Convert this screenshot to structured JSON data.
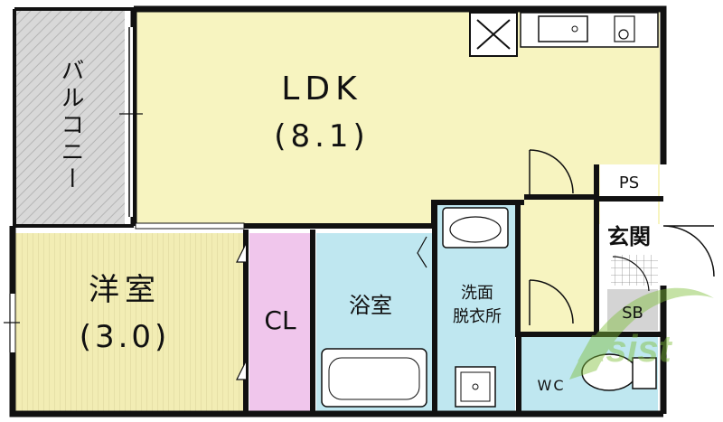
{
  "rooms": {
    "balcony": "バルコニー",
    "ldk_name": "LDK",
    "ldk_size": "(8.1)",
    "bedroom_name": "洋室",
    "bedroom_size": "(3.0)",
    "closet": "CL",
    "bath": "浴室",
    "washroom_line1": "洗面",
    "washroom_line2": "脱衣所",
    "ps": "PS",
    "entrance": "玄関",
    "sb": "SB",
    "wc": "WC"
  },
  "watermark": "Asist",
  "colors": {
    "ldk": "#f7f4c0",
    "bedroom": "#f2edb4",
    "closet": "#f0c6ec",
    "bath": "#bfe7f0",
    "washroom": "#bfe7f0",
    "wc": "#bfe7f0",
    "hall": "#f7f4c0",
    "balcony": "#d4d4d4",
    "walls": "#111111",
    "watermark": "#7fbf3a"
  }
}
